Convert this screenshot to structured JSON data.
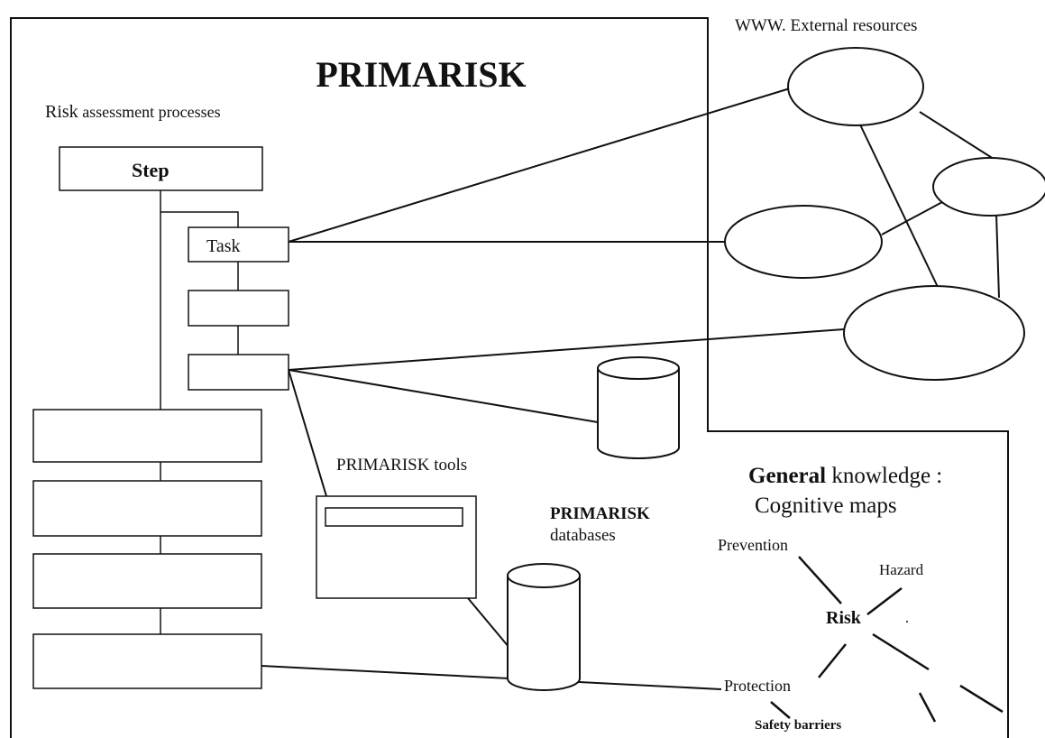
{
  "header": {
    "title": "PRIMARISK",
    "external_label": "WWW. External resources"
  },
  "process": {
    "label_bold": "Risk",
    "label_rest": " assessment processes",
    "step_label": "Step",
    "task_label": "Task"
  },
  "tools": {
    "label": "PRIMARISK tools"
  },
  "databases": {
    "line1": "PRIMARISK",
    "line2": "databases"
  },
  "knowledge": {
    "label_bold": "General",
    "label_rest": " knowledge :",
    "line2": "Cognitive maps"
  },
  "cognitive_map": {
    "prevention": "Prevention",
    "hazard": "Hazard",
    "risk": "Risk",
    "protection": "Protection",
    "safety_barriers": "Safety barriers"
  },
  "colors": {
    "line": "#111111",
    "background": "#ffffff"
  }
}
